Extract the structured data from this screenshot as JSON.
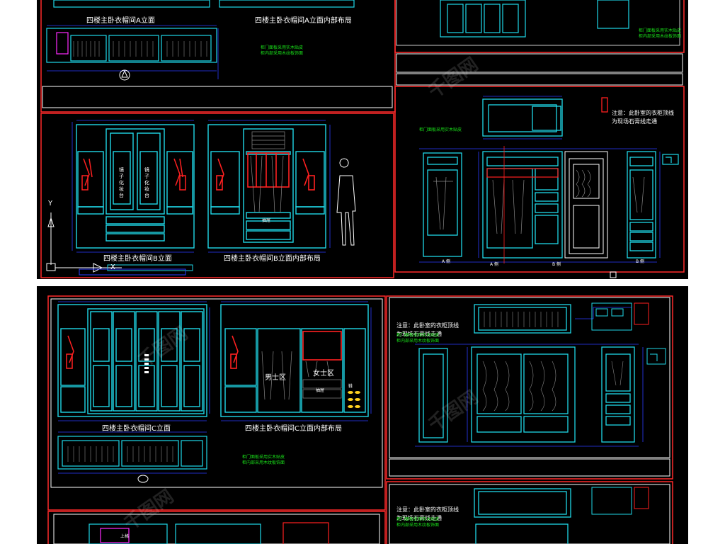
{
  "colors": {
    "background": "#000000",
    "frame": "#ff2a2a",
    "furniture": "#1fd8e8",
    "dimension": "#2b3cff",
    "outline": "#ffffff",
    "hanger": "#ff2020",
    "note_green": "#19e019",
    "accent_magenta": "#ff2aff"
  },
  "captions": {
    "a_elev": "四楼主卧衣帽间A立面",
    "a_inner": "四楼主卧衣帽间A立面内部布局",
    "b_elev": "四楼主卧衣帽间B立面",
    "b_inner": "四楼主卧衣帽间B立面内部布局",
    "c_elev": "四楼主卧衣帽间C立面",
    "c_inner": "四楼主卧衣帽间C立面内部布局"
  },
  "notes": {
    "note1": "注意：此卧室的衣柜顶线\n为现场石膏线走通",
    "note2": "注意：此卧室的衣柜顶线\n为现场石膏线走通",
    "note3": "注意：此卧室的衣柜顶线\n为现场石膏线走通"
  },
  "zones": {
    "women": "女士区",
    "men": "男士区",
    "drawer": "抽屉",
    "shoe": "鞋",
    "top": "上格"
  },
  "vertical_text": {
    "left": "镜子化妆台",
    "right": "镜子化妆台"
  },
  "axis": {
    "y": "Y",
    "x": "X"
  },
  "marks": {
    "a_side": "A 侧",
    "b_side": "B 侧",
    "a_side2": "A 侧",
    "b_side2": "B 侧"
  },
  "green_notes": {
    "g1": "柜门面板采用实木贴皮\n柜内部采用木纹板饰面",
    "g2": "柜门面板采用实木贴皮\n柜内部采用木纹板饰面",
    "g3": "柜门面板采用实木贴皮",
    "g4": "柜门面板采用实木贴皮\n柜内部采用木纹板饰面",
    "g5": "柜门面板采用实木贴皮\n柜内部采用木纹板饰面",
    "g6": "柜门面板采用实木贴皮\n柜内部采用木纹板饰面"
  },
  "watermark": "千图网"
}
